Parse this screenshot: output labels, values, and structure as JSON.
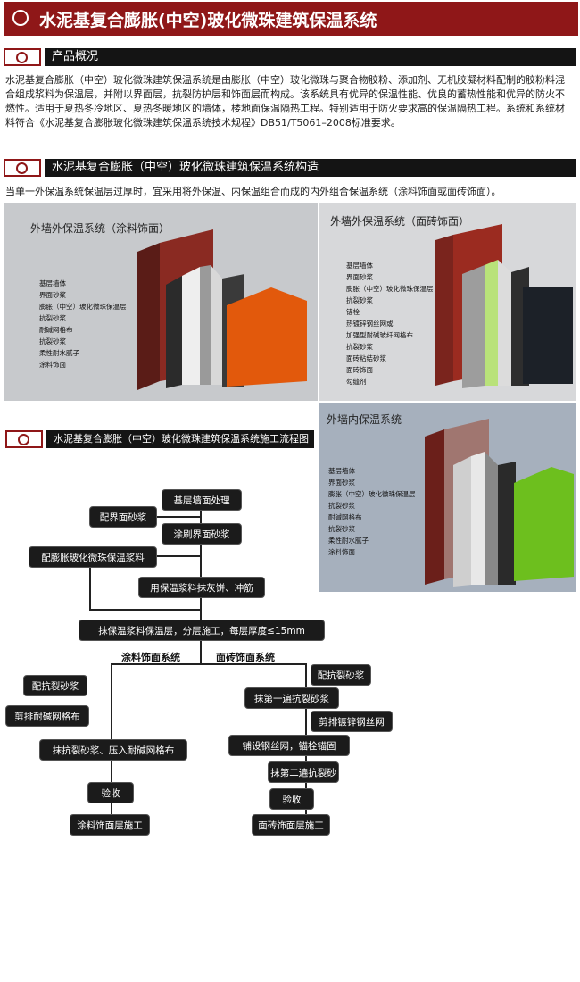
{
  "title": "水泥基复合膨胀(中空)玻化微珠建筑保温系统",
  "overview": {
    "heading": "产品概况",
    "text": "水泥基复合膨胀（中空）玻化微珠建筑保温系统是由膨胀（中空）玻化微珠与聚合物胶粉、添加剂、无机胶凝材料配制的胶粉料混合组成浆料为保温层，并附以界面层，抗裂防护层和饰面层而构成。该系统具有优异的保温性能、优良的蓄热性能和优异的防火不燃性。适用于夏热冬冷地区、夏热冬暖地区的墙体，楼地面保温隔热工程。特别适用于防火要求高的保温隔热工程。系统和系统材料符合《水泥基复合膨胀玻化微珠建筑保温系统技术规程》DB51/T5061–2008标准要求。"
  },
  "structure": {
    "heading": "水泥基复合膨胀（中空）玻化微珠建筑保温系统构造",
    "note": "当单一外保温系统保温层过厚时，宜采用将外保温、内保温组合而成的内外组合保温系统（涂料饰面或面砖饰面）。"
  },
  "panels": {
    "exterior_paint": {
      "title": "外墙外保温系统（涂料饰面）",
      "labels": [
        "基层墙体",
        "界面砂浆",
        "膨胀（中空）玻化微珠保温层",
        "抗裂砂浆",
        "耐碱网格布",
        "抗裂砂浆",
        "柔性耐水腻子",
        "涂料饰面"
      ]
    },
    "exterior_tile": {
      "title": "外墙外保温系统（面砖饰面）",
      "labels": [
        "基层墙体",
        "界面砂浆",
        "膨胀（中空）玻化微珠保温层",
        "抗裂砂浆",
        "锚栓",
        "热镀锌钢丝网或",
        "加强型耐碱玻纤网格布",
        "抗裂砂浆",
        "面砖粘结砂浆",
        "面砖饰面",
        "勾缝剂"
      ]
    },
    "interior": {
      "title": "外墙内保温系统",
      "labels": [
        "基层墙体",
        "界面砂浆",
        "膨胀（中空）玻化微珠保温层",
        "抗裂砂浆",
        "耐碱网格布",
        "抗裂砂浆",
        "柔性耐水腻子",
        "涂料饰面"
      ]
    }
  },
  "flow": {
    "heading": "水泥基复合膨胀（中空）玻化微珠建筑保温系统施工流程图",
    "steps": {
      "base": "基层墙面处理",
      "mix_interface": "配界面砂浆",
      "apply_interface": "涂刷界面砂浆",
      "mix_insulation": "配膨胀玻化微珠保温浆料",
      "cakes": "用保温浆料抹灰饼、冲筋",
      "apply_insulation": "抹保温浆料保温层，分层施工，每层厚度≤15mm"
    },
    "paint_branch": {
      "title": "涂料饰面系统",
      "steps": [
        "配抗裂砂浆",
        "剪排耐碱网格布",
        "抹抗裂砂浆、压入耐碱网格布",
        "验收",
        "涂料饰面层施工"
      ]
    },
    "tile_branch": {
      "title": "面砖饰面系统",
      "steps": [
        "配抗裂砂浆",
        "抹第一遍抗裂砂浆",
        "剪排镀锌钢丝网",
        "铺设钢丝网，锚栓锚固",
        "抹第二遍抗裂砂",
        "验收",
        "面砖饰面层施工"
      ]
    }
  },
  "colors": {
    "brand_red": "#8f1718",
    "bar_black": "#141414",
    "paint_orange": "#e2590c",
    "paint_green": "#6dbf1e",
    "brick": "#8a2a22"
  }
}
